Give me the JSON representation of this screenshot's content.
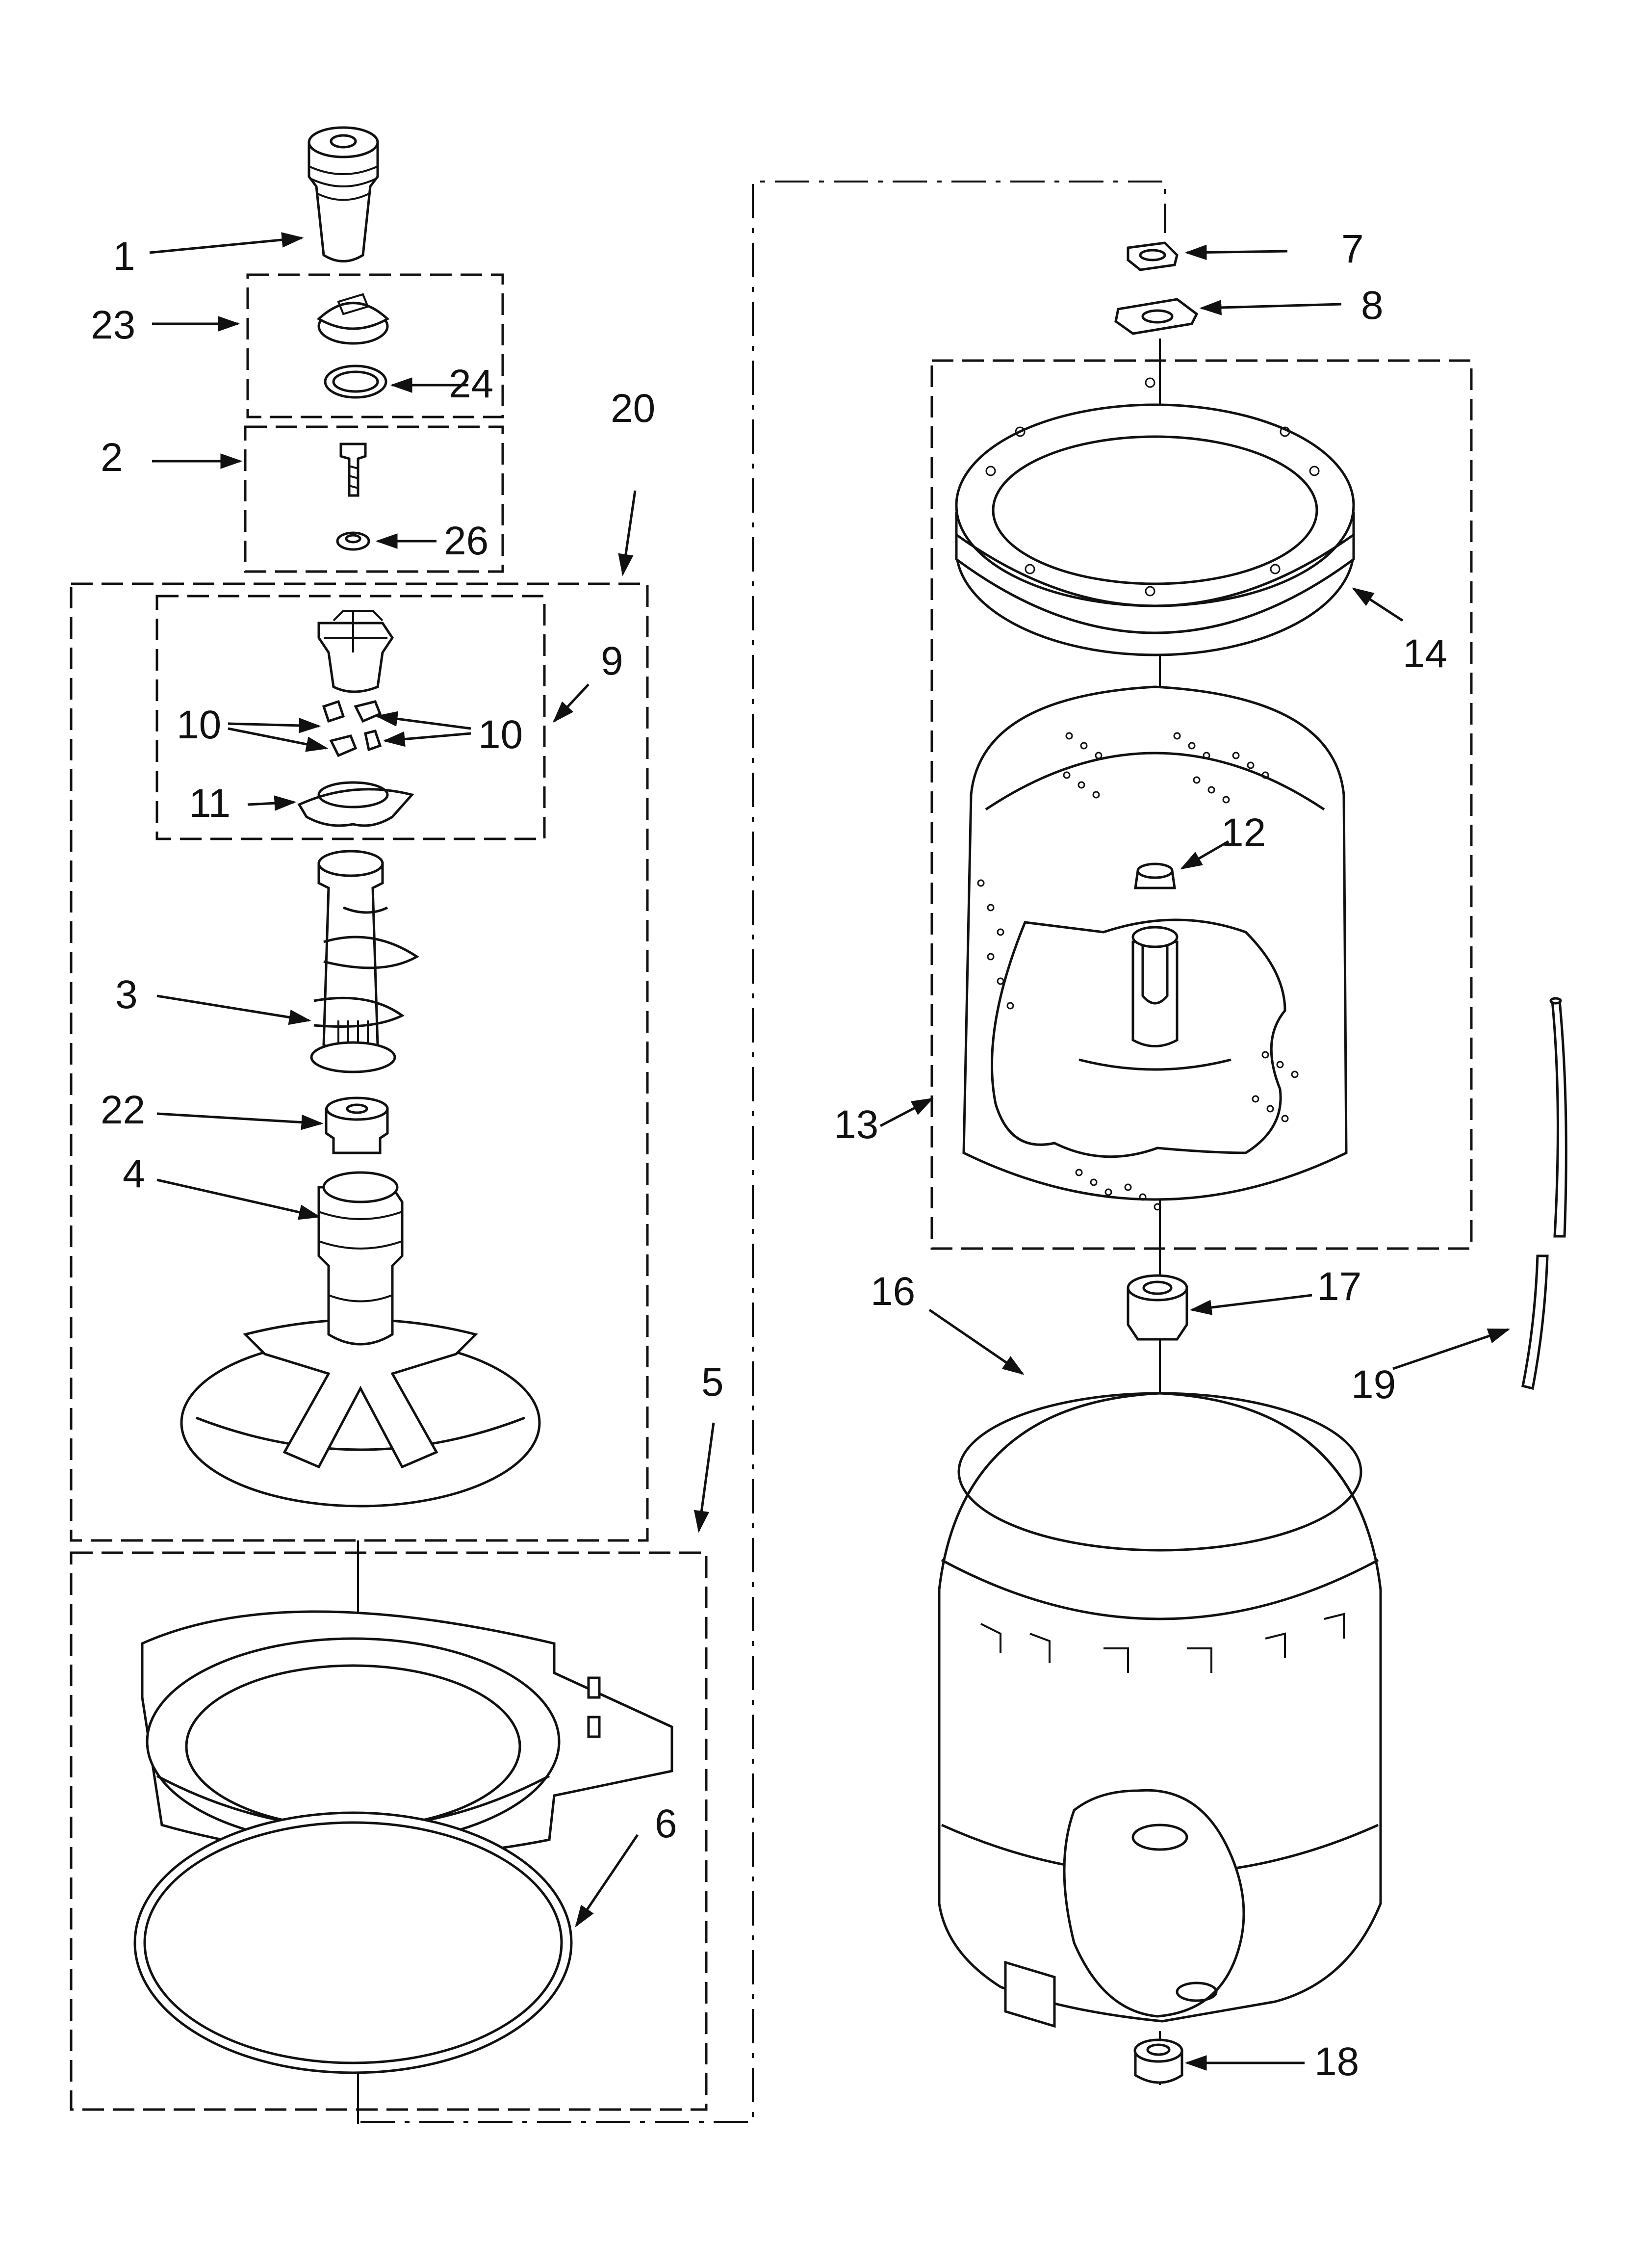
{
  "callouts": [
    {
      "id": "1",
      "label": "1"
    },
    {
      "id": "2",
      "label": "2"
    },
    {
      "id": "3",
      "label": "3"
    },
    {
      "id": "4",
      "label": "4"
    },
    {
      "id": "5",
      "label": "5"
    },
    {
      "id": "6",
      "label": "6"
    },
    {
      "id": "7",
      "label": "7"
    },
    {
      "id": "8",
      "label": "8"
    },
    {
      "id": "9",
      "label": "9"
    },
    {
      "id": "10a",
      "label": "10"
    },
    {
      "id": "10b",
      "label": "10"
    },
    {
      "id": "11",
      "label": "11"
    },
    {
      "id": "12",
      "label": "12"
    },
    {
      "id": "13",
      "label": "13"
    },
    {
      "id": "14",
      "label": "14"
    },
    {
      "id": "16",
      "label": "16"
    },
    {
      "id": "17",
      "label": "17"
    },
    {
      "id": "18",
      "label": "18"
    },
    {
      "id": "19",
      "label": "19"
    },
    {
      "id": "20",
      "label": "20"
    },
    {
      "id": "22",
      "label": "22"
    },
    {
      "id": "23",
      "label": "23"
    },
    {
      "id": "24",
      "label": "24"
    },
    {
      "id": "26",
      "label": "26"
    }
  ]
}
